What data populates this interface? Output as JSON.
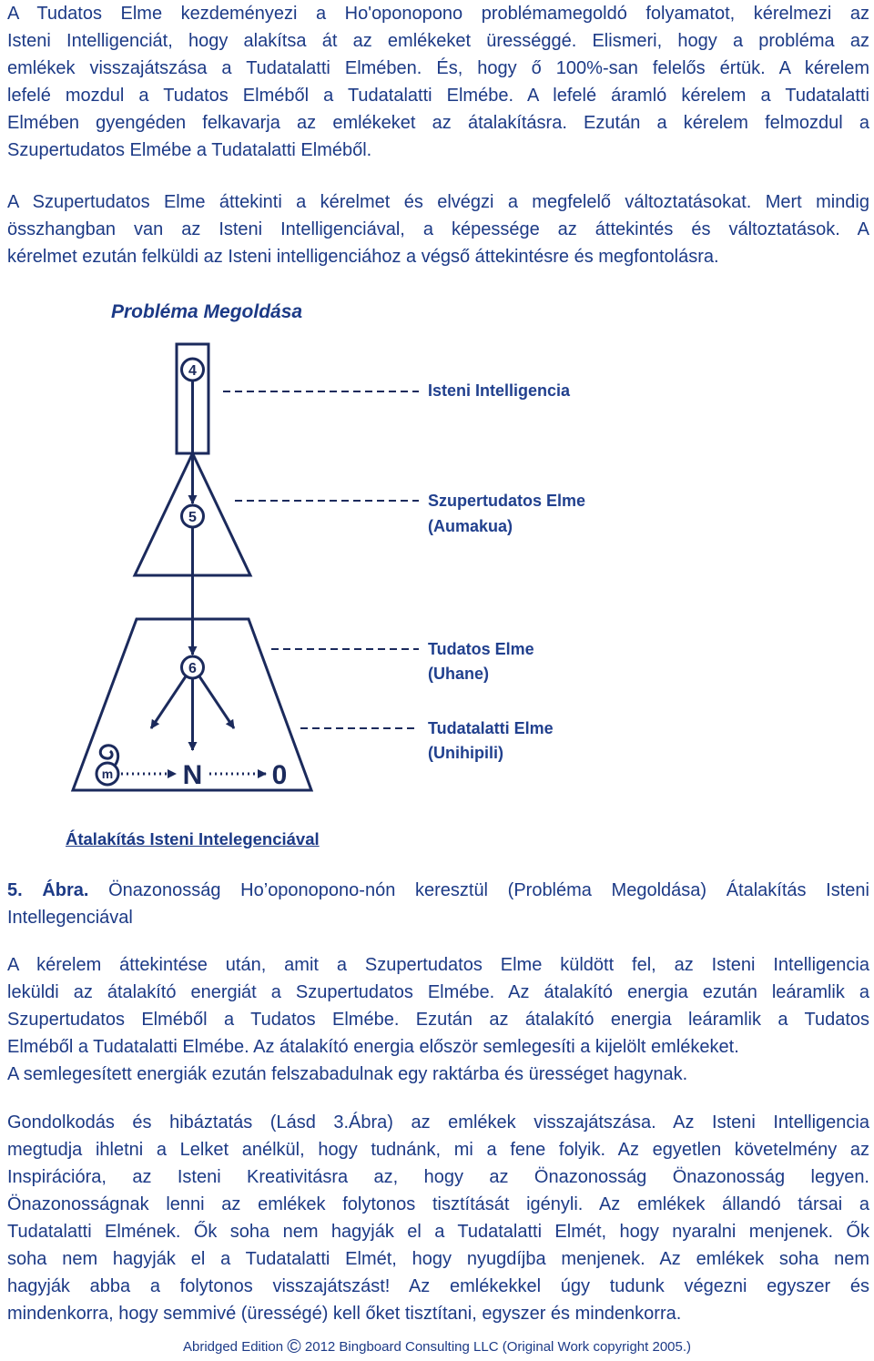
{
  "colors": {
    "text": "#1c3a86",
    "diagram_lines": "#1b2a5c",
    "diagram_labels": "#21408e"
  },
  "intro": {
    "lines": [
      "A Tudatos Elme kezdeményezi a Ho'oponopono problémamegoldó folyamatot, kérelmezi az",
      "Isteni Intelligenciát, hogy alakítsa át az emlékeket ürességgé. Elismeri, hogy a probléma az",
      "emlékek visszajátszása a Tudatalatti Elmében. És, hogy ő 100%-san felelős értük. A kérelem",
      "lefelé mozdul a Tudatos Elméből a Tudatalatti Elmébe. A lefelé áramló kérelem a Tudatalatti",
      "Elmében gyengéden felkavarja az emlékeket az átalakításra. Ezután a kérelem felmozdul a",
      "Szupertudatos Elmébe a Tudatalatti Elméből."
    ]
  },
  "review": {
    "lines": [
      "A Szupertudatos Elme áttekinti a kérelmet és elvégzi a megfelelő változtatásokat. Mert mindig",
      "összhangban van az Isteni Intelligenciával, a képessége az áttekintés és változtatások. A",
      "kérelmet ezután felküldi az Isteni intelligenciához a végső áttekintésre és megfontolásra."
    ]
  },
  "diagram": {
    "title": "Probléma Megoldása",
    "divine": {
      "step": "4",
      "label": "Isteni Intelligencia"
    },
    "superconscious": {
      "step": "5",
      "label": "Szupertudatos Elme",
      "sublabel": "(Aumakua)"
    },
    "conscious": {
      "step": "6",
      "label": "Tudatos Elme",
      "sublabel": "(Uhane)"
    },
    "subconscious": {
      "label": "Tudatalatti Elme",
      "sublabel": "(Unihipili)",
      "memory_symbol": "m",
      "neutralized_symbol": "N",
      "zero_symbol": "0"
    },
    "caption": "Átalakítás Isteni Intelegenciával"
  },
  "figure": {
    "label": "5. Ábra.",
    "lines": [
      "Önazonosság Ho’oponopono-nón keresztül (Probléma Megoldása) Átalakítás Isteni",
      "Intellegenciával"
    ]
  },
  "transmutation": {
    "lines": [
      "A kérelem áttekintése után, amit a Szupertudatos Elme küldött fel, az Isteni Intelligencia",
      "leküldi az átalakító energiát a Szupertudatos Elmébe. Az átalakító energia ezután leáramlik a",
      "Szupertudatos Elméből a Tudatos Elmébe. Ezután az átalakító energia leáramlik a Tudatos",
      "Elméből a Tudatalatti Elmébe. Az átalakító energia először semlegesíti a kijelölt emlékeket.",
      "A semlegesített energiák ezután felszabadulnak egy raktárba és ürességet hagynak."
    ]
  },
  "memories": {
    "lines": [
      "Gondolkodás és hibáztatás (Lásd 3.Ábra) az emlékek visszajátszása. Az Isteni Intelligencia",
      "megtudja ihletni a Lelket anélkül, hogy tudnánk, mi a fene folyik. Az egyetlen követelmény az",
      "Inspirációra, az Isteni Kreativitásra az, hogy az Önazonosság Önazonosság legyen.",
      "Önazonosságnak lenni az emlékek folytonos tisztítását igényli.  Az emlékek állandó társai a",
      "Tudatalatti Elmének. Ők soha nem hagyják el a Tudatalatti Elmét, hogy nyaralni menjenek. Ők",
      "soha nem hagyják el a Tudatalatti Elmét, hogy nyugdíjba menjenek. Az emlékek soha nem",
      "hagyják abba a folytonos visszajátszást! Az emlékekkel úgy tudunk végezni egyszer és",
      "mindenkorra, hogy semmivé (ürességé) kell őket tisztítani, egyszer és mindenkorra."
    ]
  },
  "footer": {
    "edition": "Abridged Edition",
    "copyright_symbol": "©",
    "notice": "2012 Bingboard Consulting LLC  (Original Work copyright 2005.)"
  }
}
